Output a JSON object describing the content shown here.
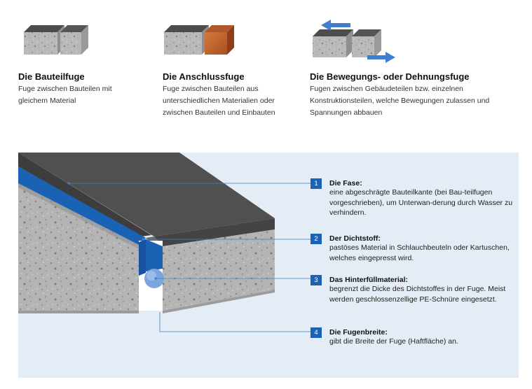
{
  "joint_types": [
    {
      "title": "Die Bauteilfuge",
      "description": "Fuge zwischen Bauteilen mit gleichem Material"
    },
    {
      "title": "Die Anschlussfuge",
      "description": "Fuge zwischen Bauteilen aus unterschiedlichen Materialien oder zwischen Bauteilen und Einbauten"
    },
    {
      "title": "Die Bewegungs- oder Dehnungsfuge",
      "description": "Fugen zwischen Gebäudeteilen bzw. einzelnen Konstruktionsteilen, welche Bewegungen zulassen und Spannungen abbauen"
    }
  ],
  "callouts": [
    {
      "number": "1",
      "title": "Die Fase:",
      "description": "eine abgeschrägte Bauteilkante (bei Bau-teilfugen vorgeschrieben), um Unterwan-derung durch Wasser zu verhindern."
    },
    {
      "number": "2",
      "title": "Der Dichtstoff:",
      "description": "pastöses Material in Schlauchbeuteln oder Kartuschen, welches eingepresst wird."
    },
    {
      "number": "3",
      "title": "Das Hinterfüllmaterial:",
      "description": "begrenzt die Dicke des Dichtstoffes in der Fuge. Meist werden geschlossenzellige PE-Schnüre eingesetzt."
    },
    {
      "number": "4",
      "title": "Die Fugenbreite:",
      "description": "gibt die Breite der Fuge (Haftfläche) an."
    }
  ],
  "colors": {
    "accent_blue": "#1a62b4",
    "panel_bg": "#e4ecf6",
    "concrete_top": "#4a4a4a",
    "concrete_side": "#b5b5b5",
    "brick": "#c4632a"
  }
}
